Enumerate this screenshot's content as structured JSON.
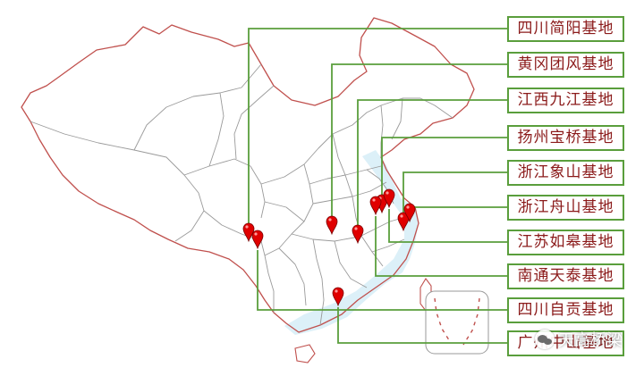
{
  "colors": {
    "border_red": "#c0504d",
    "province_gray": "#9a9a9a",
    "leader_green": "#5a9e3c",
    "marker_red": "#e00000",
    "label_text": "#8b1a1a",
    "sea_blue": "#bfe3f2"
  },
  "bases": [
    {
      "name": "四川简阳基地"
    },
    {
      "name": "黄冈团风基地"
    },
    {
      "name": "江西九江基地"
    },
    {
      "name": "扬州宝桥基地"
    },
    {
      "name": "浙江象山基地"
    },
    {
      "name": "浙江舟山基地"
    },
    {
      "name": "江苏如皋基地"
    },
    {
      "name": "南通天泰基地"
    },
    {
      "name": "四川自贡基地"
    },
    {
      "name": "广州中山基地"
    }
  ],
  "watermark": {
    "icon": "wechat-icon",
    "text": "天高桥梁"
  }
}
